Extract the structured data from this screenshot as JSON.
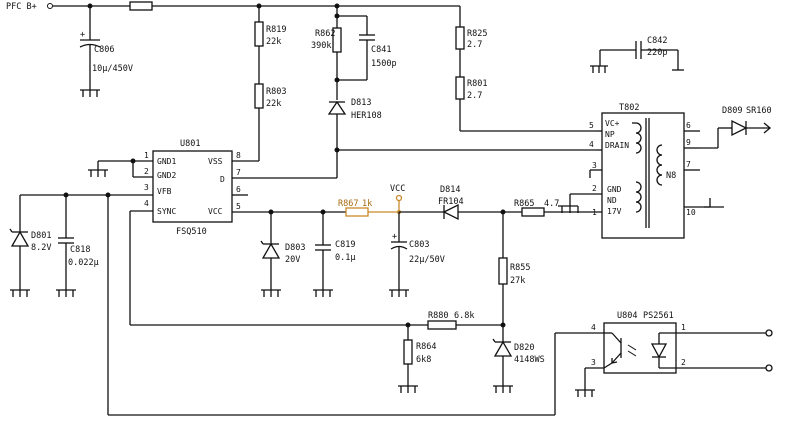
{
  "net_labels": {
    "pfc": "PFC B+",
    "vcc": "VCC"
  },
  "components": {
    "c806": {
      "ref": "C806",
      "value": "10μ/450V"
    },
    "r819": {
      "ref": "R819",
      "value": "22k"
    },
    "r803": {
      "ref": "R803",
      "value": "22k"
    },
    "r862": {
      "ref": "R862",
      "value": "390k"
    },
    "c841": {
      "ref": "C841",
      "value": "1500p"
    },
    "d813": {
      "ref": "D813",
      "value": "HER108"
    },
    "r825": {
      "ref": "R825",
      "value": "2.7"
    },
    "r801": {
      "ref": "R801",
      "value": "2.7"
    },
    "c842": {
      "ref": "C842",
      "value": "220p"
    },
    "t802": {
      "ref": "T802"
    },
    "d809": {
      "ref": "D809",
      "value": "SR160"
    },
    "u801": {
      "ref": "U801",
      "value": "FSQ510"
    },
    "d801": {
      "ref": "D801",
      "value": "8.2V"
    },
    "c818": {
      "ref": "C818",
      "value": "0.022μ"
    },
    "d803": {
      "ref": "D803",
      "value": "20V"
    },
    "c819": {
      "ref": "C819",
      "value": "0.1μ"
    },
    "r867": {
      "ref": "R867",
      "value": "1k"
    },
    "c803": {
      "ref": "C803",
      "value": "22μ/50V"
    },
    "d814": {
      "ref": "D814",
      "value": "FR104"
    },
    "r865": {
      "ref": "R865",
      "value": "4.7"
    },
    "r855": {
      "ref": "R855",
      "value": "27k"
    },
    "r880": {
      "ref": "R880",
      "value": "6.8k"
    },
    "r864": {
      "ref": "R864",
      "value": "6k8"
    },
    "d820": {
      "ref": "D820",
      "value": "4148WS"
    },
    "u804": {
      "ref": "U804",
      "value": "PS2561"
    }
  },
  "u801_pins": {
    "gnd1": "GND1",
    "gnd2": "GND2",
    "vfb": "VFB",
    "sync": "SYNC",
    "vss": "VSS",
    "d": "D",
    "vcc": "VCC",
    "n1": "1",
    "n2": "2",
    "n3": "3",
    "n4": "4",
    "n5": "5",
    "n6": "6",
    "n7": "7",
    "n8": "8"
  },
  "t802_pins": {
    "vc": "VC+",
    "np": "NP",
    "drain": "DRAIN",
    "gnd": "GND",
    "nd": "ND",
    "v17": "17V",
    "n8": "N8",
    "n1": "1",
    "n2": "2",
    "n3": "3",
    "n4": "4",
    "n5": "5",
    "n6": "6",
    "n7": "7",
    "n9": "9",
    "n10": "10"
  },
  "u804_pins": {
    "n1": "1",
    "n2": "2",
    "n3": "3",
    "n4": "4"
  }
}
